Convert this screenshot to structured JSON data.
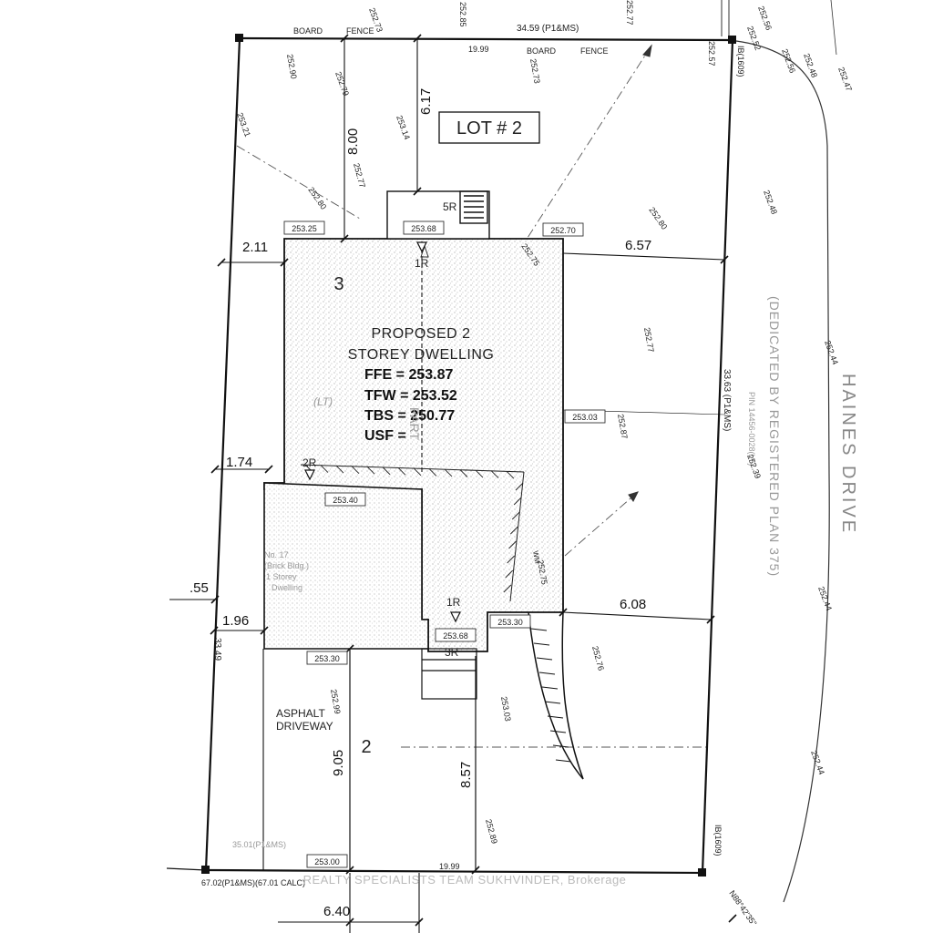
{
  "lot_label": "LOT # 2",
  "dwelling": {
    "title_line1": "PROPOSED 2",
    "title_line2": "STOREY DWELLING",
    "ffe": "FFE = 253.87",
    "tfw": "TFW = 253.52",
    "tbs": "TBS = 250.77",
    "usf": "USF ="
  },
  "driveway": {
    "line1": "ASPHALT",
    "line2": "DRIVEWAY"
  },
  "road": {
    "name": "HAINES DRIVE",
    "dedicated": "(DEDICATED BY REGISTERED PLAN 375)"
  },
  "fence": {
    "board1": "BOARD",
    "fence1": "FENCE",
    "board2": "BOARD",
    "fence2": "FENCE"
  },
  "top_measure": "34.59 (P1&MS)",
  "right_measure": "33.63 (P1&MS)",
  "bottom_measure": "67.02(P1&MS)(67.01 CALC)",
  "left_measure": "33.49",
  "ib_top": "IB(1609)",
  "ib_bottom": "IB(1609)",
  "bearing": "N88°42'35\"",
  "dims": {
    "d_8_00": "8.00",
    "d_6_17": "6.17",
    "d_2_11": "2.11",
    "d_6_57": "6.57",
    "d_1_74": "1.74",
    "d_55": ".55",
    "d_1_96": "1.96",
    "d_6_08": "6.08",
    "d_9_05": "9.05",
    "d_8_57": "8.57",
    "d_6_40": "6.40",
    "d_19_99_top": "19.99",
    "d_19_99_bottom": "19.99"
  },
  "boxed_elevations": {
    "b1": "253.25",
    "b2": "253.68",
    "b3": "252.70",
    "b4": "253.03",
    "b5": "253.40",
    "b6": "253.68",
    "b7": "253.30",
    "b8": "253.30",
    "b9": "253.00"
  },
  "spot_elevations": [
    "252.90",
    "252.79",
    "252.73",
    "253.14",
    "253.21",
    "252.77",
    "252.80",
    "252.75",
    "252.80",
    "252.77",
    "252.87",
    "252.76",
    "253.03",
    "252.99",
    "252.89",
    "252.75",
    "252.56",
    "252.52",
    "252.56",
    "252.48",
    "252.47",
    "252.48",
    "252.44",
    "252.44",
    "252.44",
    "252.39",
    "252.57",
    "252.85",
    "252.77",
    "252.73"
  ],
  "markers": {
    "r1": "1R",
    "r2": "2R",
    "r3": "3R",
    "r5": "5R",
    "r1b": "1R"
  },
  "numbers": {
    "n3": "3",
    "n2": "2"
  },
  "misc": {
    "part": "PART",
    "lt": "(LT)",
    "existing1": "No. 17",
    "existing2": "(Brick Bldg.)",
    "existing3": "1 Storey",
    "existing4": "Dwelling",
    "p1ms_bottom": "35.01(P1&MS)",
    "wm": "WM",
    "pin": "PIN 14456-0028(LT)"
  },
  "watermark": "REALTY SPECIALISTS TEAM SUKHVINDER, Brokerage"
}
